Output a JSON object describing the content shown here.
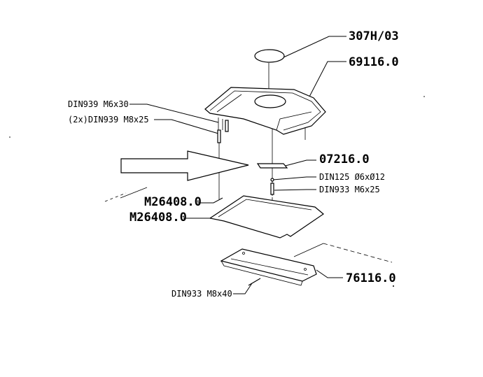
{
  "labels": {
    "p307": "307H/03",
    "p69116": "69116.0",
    "din939_m6x30": "DIN939 M6x30",
    "din939_m8x25": "(2x)DIN939 M8x25",
    "p07216": "07216.0",
    "din125": "DIN125 Ø6xØ12",
    "din933_m6x25": "DIN933 M6x25",
    "m26408_a": "M26408.0",
    "m26408_b": "M26408.0",
    "p76116": "76116.0",
    "din933_m8x40": "DIN933 M8x40"
  },
  "colors": {
    "ink": "#000000",
    "paper": "#ffffff"
  }
}
